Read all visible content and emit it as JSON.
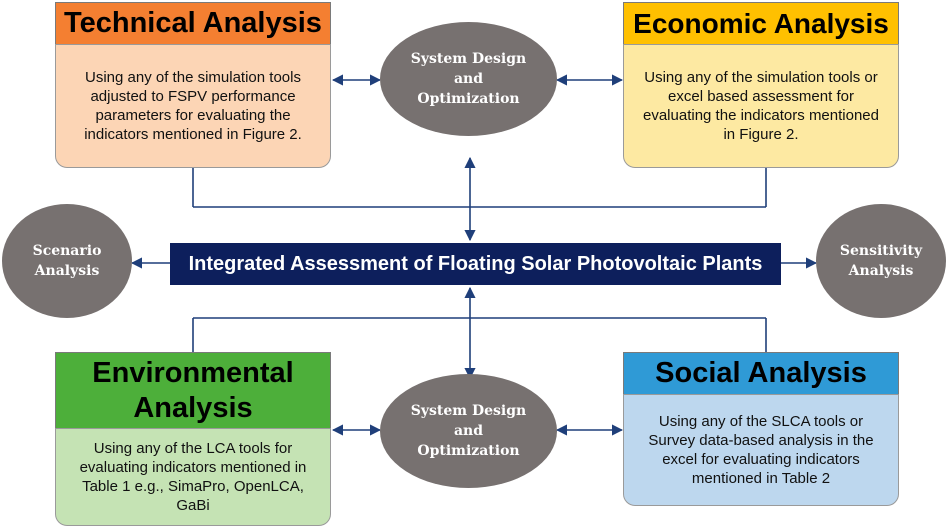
{
  "title": "Integrated Assessment of Floating Solar Photovoltaic Plants",
  "technical": {
    "title": "Technical Analysis",
    "description": "Using any of the simulation tools adjusted to FSPV performance parameters for evaluating the indicators mentioned in Figure 2."
  },
  "economic": {
    "title": "Economic Analysis",
    "description": "Using any of the simulation tools or excel based assessment for evaluating the indicators mentioned in Figure 2."
  },
  "environmental": {
    "title": "Environmental Analysis",
    "description": "Using any of the LCA tools for evaluating indicators mentioned in Table 1 e.g., SimaPro, OpenLCA, GaBi"
  },
  "social": {
    "title": "Social Analysis",
    "description": "Using any of the SLCA tools or Survey data-based analysis in the excel for evaluating indicators mentioned in Table 2"
  },
  "system_design_top": "System Design and Optimization",
  "system_design_bottom": "System Design and Optimization",
  "scenario": "Scenario Analysis",
  "sensitivity": "Sensitivity Analysis",
  "colors": {
    "technical_header": "#f47f31",
    "technical_body": "#fcd5b5",
    "economic_header": "#ffc000",
    "economic_body": "#fde9a2",
    "environmental_header": "#4daf3a",
    "environmental_body": "#c5e3b4",
    "social_header": "#2f9ad6",
    "social_body": "#bdd7ee",
    "ellipse": "#777170",
    "center_bar": "#0d1f5c",
    "connector": "#1f3f7a"
  }
}
